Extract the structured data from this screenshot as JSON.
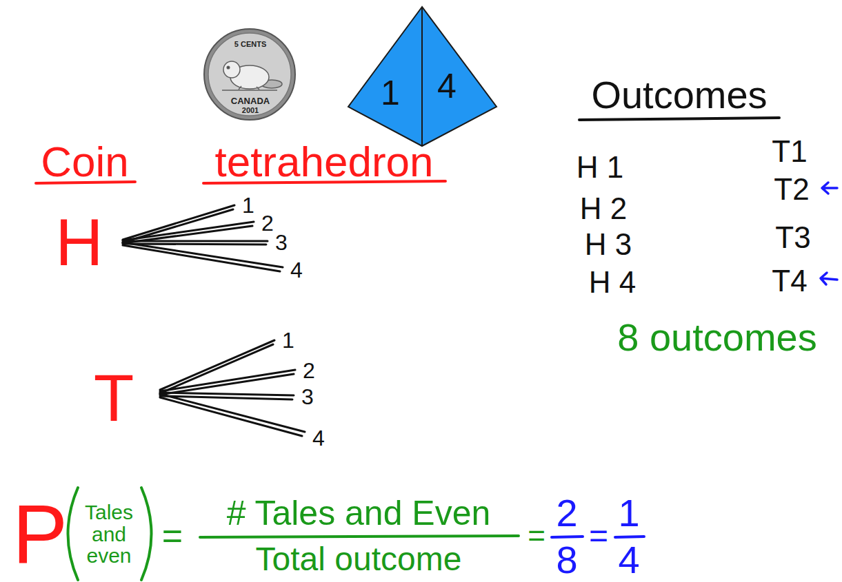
{
  "diagram": {
    "labels": [
      "5 CENTS",
      "CANADA",
      "2001",
      "1",
      "4",
      "Coin",
      "tetrahedron",
      "H",
      "1",
      "2",
      "3",
      "4",
      "T",
      "1",
      "2",
      "3",
      "4",
      "Outcomes",
      "H 1",
      "H 2",
      "H 3",
      "H 4",
      "T1",
      "T2",
      "T3",
      "T4",
      "8 outcomes",
      "P",
      "Tales and even",
      "=",
      "# Tales and Even",
      "Total outcome",
      "=",
      "2",
      "8",
      "=",
      "1",
      "4"
    ]
  }
}
